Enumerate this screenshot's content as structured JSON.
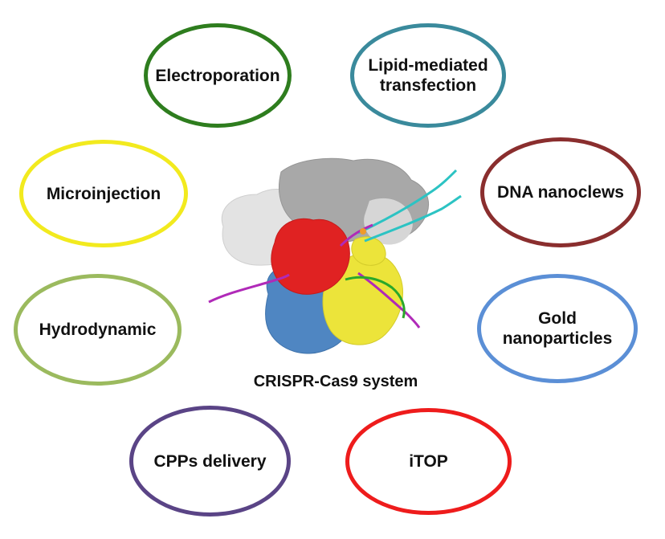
{
  "center": {
    "label": "CRISPR-Cas9 system",
    "structure_colors": {
      "recognition_lobe_light": "#e3e3e3",
      "recognition_lobe_dark": "#a8a8a8",
      "red_domain": "#e02222",
      "blue_domain": "#4f86c2",
      "yellow_domain": "#ece43a",
      "guide_rna": "#b02ab8",
      "target_dna": "#2cc3c3",
      "green_strand": "#2aa82a"
    }
  },
  "methods": [
    {
      "id": "electroporation",
      "label": "Electroporation",
      "color": "#2e7d1e"
    },
    {
      "id": "lipid",
      "label": "Lipid-mediated\ntransfection",
      "color": "#3a8a9c"
    },
    {
      "id": "microinjection",
      "label": "Microinjection",
      "color": "#f2ea1e"
    },
    {
      "id": "dna-nanoclews",
      "label": "DNA nanoclews",
      "color": "#8a2e2e"
    },
    {
      "id": "hydrodynamic",
      "label": "Hydrodynamic",
      "color": "#9bba5e"
    },
    {
      "id": "gold",
      "label": "Gold\nnanoparticles",
      "color": "#5b8fd6"
    },
    {
      "id": "cpps",
      "label": "CPPs delivery",
      "color": "#5a4486"
    },
    {
      "id": "itop",
      "label": "iTOP",
      "color": "#ee1c1c"
    }
  ]
}
